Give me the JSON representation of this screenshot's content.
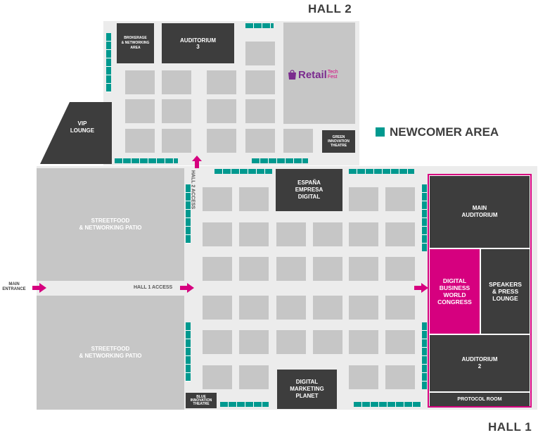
{
  "halls": {
    "hall2": "HALL 2",
    "hall1": "HALL 1"
  },
  "legend": {
    "label": "NEWCOMER AREA",
    "color": "#00998f"
  },
  "colors": {
    "dark_room": "#3d3d3d",
    "booth": "#c6c6c6",
    "floor": "#ececec",
    "highlight": "#d6007f",
    "newcomer": "#00998f"
  },
  "rooms": {
    "brokerage": "BROKERAGE\n& NETWORKING\nAREA",
    "auditorium3": "AUDITORIUM\n3",
    "vip_lounge": "VIP\nLOUNGE",
    "green_theatre": "GREEN\nINNOVATION\nTHEATRE",
    "espana": "ESPAÑA\nEMPRESA\nDIGITAL",
    "main_auditorium": "MAIN\nAUDITORIUM",
    "dbwc": "DIGITAL\nBUSINESS\nWORLD\nCONGRESS",
    "speakers_lounge": "SPEAKERS\n& PRESS\nLOUNGE",
    "auditorium2": "AUDITORIUM\n2",
    "protocol_room": "PROTOCOL ROOM",
    "digital_marketing": "DIGITAL\nMARKETING\nPLANET",
    "blue_theatre": "BLUE\nINNOVATION\nTHEATRE",
    "streetfood_top": "STREETFOOD\n& NETWORKING PATIO",
    "streetfood_bottom": "STREETFOOD\n& NETWORKING PATIO"
  },
  "access": {
    "main_entrance": "MAIN\nENTRANCE",
    "hall1_access": "HALL 1 ACCESS",
    "hall2_access": "HALL 2 ACCESS"
  },
  "logo": {
    "retail": "Retail",
    "tech": "Tech",
    "fest": "Fest"
  }
}
